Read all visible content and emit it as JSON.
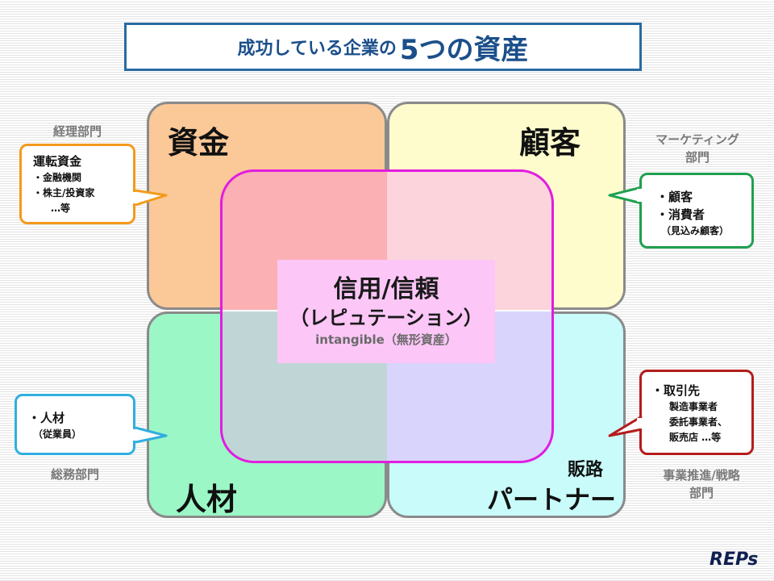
{
  "title": {
    "small": "成功している企業の",
    "big": "5つの資産"
  },
  "quadrants": {
    "top_left": "資金",
    "top_right": "顧客",
    "bottom_left": "人材",
    "bottom_right_line1": "販路",
    "bottom_right_line2": "パートナー"
  },
  "center": {
    "title": "信用/信頼",
    "subtitle": "（レピュテーション）",
    "intangible": "intangible（無形資産）"
  },
  "departments": {
    "accounting": "経理部門",
    "marketing_line1": "マーケティング",
    "marketing_line2": "部門",
    "general_affairs": "総務部門",
    "business_line1": "事業推進/戦略",
    "business_line2": "部門"
  },
  "callouts": {
    "funds": [
      "運転資金",
      "・金融機関",
      "・株主/投資家",
      "　…等"
    ],
    "customers": [
      "・顧客",
      "・消費者",
      "（見込み顧客）"
    ],
    "people": [
      "・人材",
      "（従業員）"
    ],
    "partners": [
      "・取引先",
      "製造事業者",
      "委託事業者、",
      "販売店 …等"
    ]
  },
  "colors": {
    "title_border": "#2a6aa0",
    "title_text": "#1b4f8a",
    "quadrant_funds": "#fbc898",
    "quadrant_customers": "#fefccc",
    "quadrant_people": "#9bf7c6",
    "quadrant_partners": "#c8fbfa",
    "center_frame": "#e21ce0",
    "center_box": "#fcc6f7"
  },
  "logo": "REPs"
}
